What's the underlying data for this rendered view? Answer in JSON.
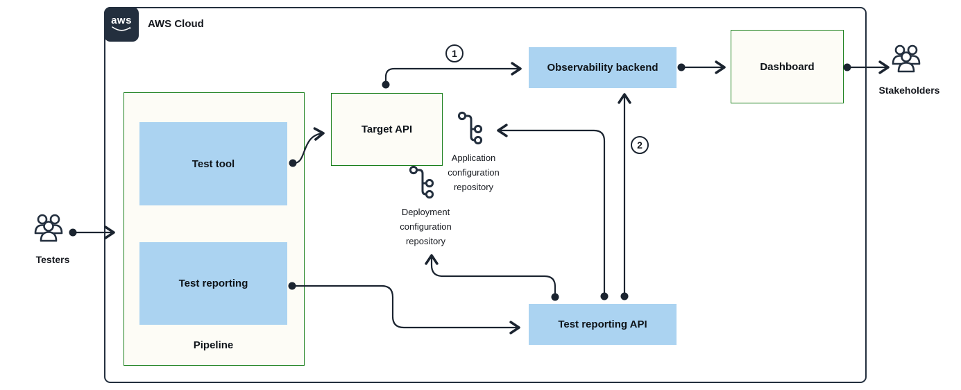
{
  "diagram": {
    "cloud": {
      "logo_text": "aws",
      "title": "AWS Cloud"
    },
    "actors": {
      "testers": {
        "label": "Testers"
      },
      "stakeholders": {
        "label": "Stakeholders"
      }
    },
    "pipeline": {
      "label": "Pipeline",
      "test_tool_label": "Test tool",
      "test_reporting_label": "Test reporting"
    },
    "nodes": {
      "target_api": {
        "label": "Target API"
      },
      "observability_backend": {
        "label": "Observability backend"
      },
      "dashboard": {
        "label": "Dashboard"
      },
      "test_reporting_api": {
        "label": "Test reporting API"
      }
    },
    "repositories": {
      "application": {
        "label": "Application configuration repository"
      },
      "deployment": {
        "label": "Deployment configuration repository"
      }
    },
    "badges": {
      "step_one": "1",
      "step_two": "2"
    },
    "icons": {
      "aws_logo": "aws-logo",
      "testers": "users-group-icon",
      "stakeholders": "users-group-icon",
      "application_repository": "git-branch-icon",
      "deployment_repository": "git-branch-icon"
    },
    "colors": {
      "navy": "#232f3e",
      "line": "#1b2430",
      "blue_fill": "#abd3f1",
      "green_border": "#1a7f1a",
      "cream_fill": "#fdfcf6"
    }
  }
}
